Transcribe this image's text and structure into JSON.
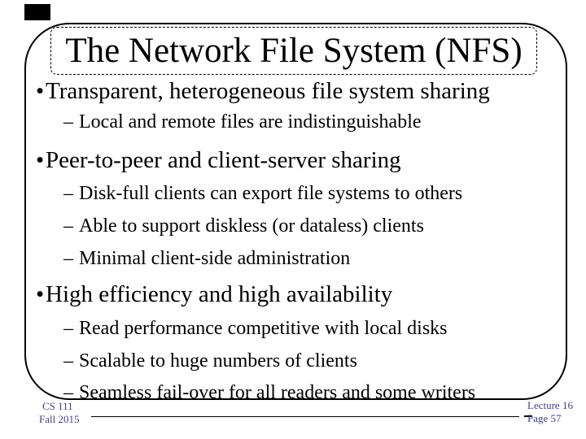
{
  "slide": {
    "title": "The Network File System (NFS)",
    "bullets": [
      {
        "level": 1,
        "marker": "•",
        "text": "Transparent, heterogeneous file system sharing"
      },
      {
        "level": 2,
        "marker": "–",
        "text": "Local and remote files are indistinguishable"
      },
      {
        "level": 1,
        "marker": "•",
        "text": "Peer-to-peer and client-server sharing"
      },
      {
        "level": 2,
        "marker": "–",
        "text": "Disk-full clients can export file systems to others"
      },
      {
        "level": 2,
        "marker": "–",
        "text": "Able to support diskless (or dataless) clients"
      },
      {
        "level": 2,
        "marker": "–",
        "text": "Minimal client-side administration"
      },
      {
        "level": 1,
        "marker": "•",
        "text": "High efficiency and high availability"
      },
      {
        "level": 2,
        "marker": "–",
        "text": "Read performance competitive with local disks"
      },
      {
        "level": 2,
        "marker": "–",
        "text": "Scalable to huge numbers of clients"
      },
      {
        "level": 2,
        "marker": "–",
        "text": "Seamless fail-over for all readers and some writers"
      }
    ],
    "footer": {
      "course": "CS 111",
      "term": "Fall 2015",
      "lecture": "Lecture 16",
      "page": "Page 57"
    },
    "colors": {
      "text": "#000000",
      "footer_text": "#3f3f8f",
      "border": "#000000",
      "background": "#ffffff"
    }
  }
}
